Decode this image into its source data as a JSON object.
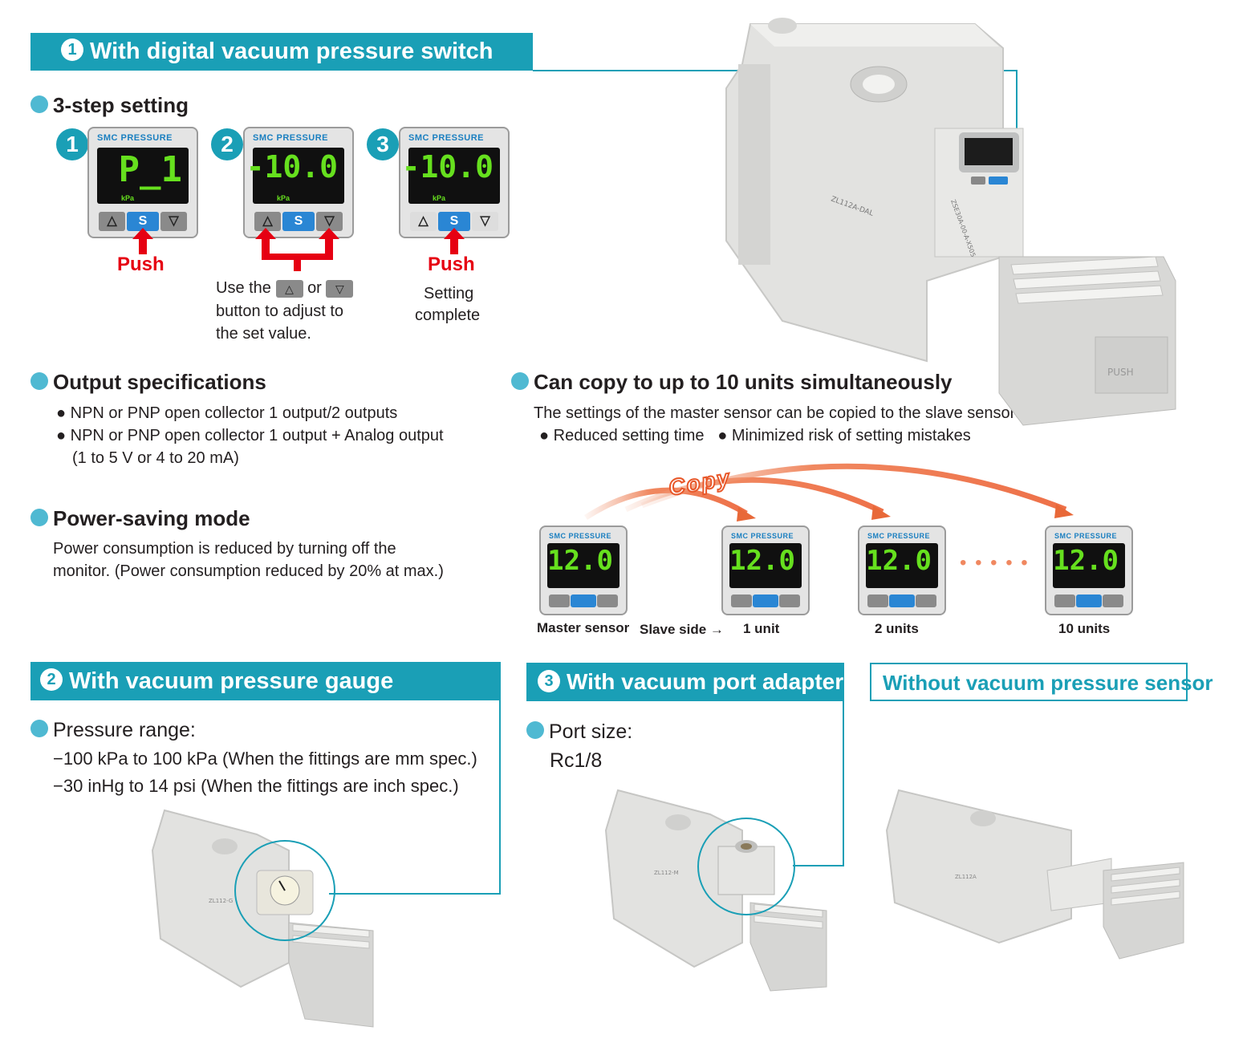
{
  "section1": {
    "num": "1",
    "title": "With digital vacuum pressure switch"
  },
  "three_step": {
    "heading": "3-step setting",
    "steps": [
      {
        "num": "1",
        "brand": "SMC PRESSURE",
        "display": "P_1",
        "unit": "kPa"
      },
      {
        "num": "2",
        "brand": "SMC PRESSURE",
        "display": "-10.0",
        "unit": "kPa"
      },
      {
        "num": "3",
        "brand": "SMC PRESSURE",
        "display": "-10.0",
        "unit": "kPa"
      }
    ],
    "button_up": "△",
    "button_s": "S",
    "button_down": "▽",
    "push_label": "Push",
    "step2_caption": {
      "pre": "Use the",
      "mid": "or",
      "line2": "button to adjust to",
      "line3": "the set value."
    },
    "step3_caption": {
      "line1": "Setting",
      "line2": "complete"
    }
  },
  "output_specs": {
    "heading": "Output specifications",
    "items": [
      "NPN or PNP open collector 1 output/2 outputs",
      "NPN or PNP open collector 1 output + Analog output"
    ],
    "note": "(1 to 5 V or 4 to 20 mA)"
  },
  "power_saving": {
    "heading": "Power-saving mode",
    "line1": "Power consumption is reduced by turning off the",
    "line2": "monitor. (Power consumption reduced by 20% at max.)"
  },
  "copy": {
    "heading": "Can copy to up to 10 units simultaneously",
    "desc": "The settings of the master sensor can be copied to the slave sensors.",
    "bullet1": "Reduced setting time",
    "bullet2": "Minimized risk of setting mistakes",
    "copy_word": "Copy",
    "sensor_display": "12.0",
    "labels": {
      "master": "Master sensor",
      "slave": "Slave side →",
      "u1": "1 unit",
      "u2": "2 units",
      "u10": "10 units"
    },
    "dots": "• • • • •"
  },
  "device_labels": {
    "model1": "ZL112A-DAL",
    "model2": "ZSE30A-00-A-X505",
    "push_cover": "PUSH",
    "model3": "ZL112-G",
    "model4": "ZL112-M",
    "model5": "ZL112A"
  },
  "section2": {
    "num": "2",
    "title": "With vacuum pressure gauge",
    "range_label": "Pressure range:",
    "range1": "−100 kPa to 100 kPa (When the fittings are mm spec.)",
    "range2": "−30 inHg to 14 psi  (When the fittings are inch spec.)"
  },
  "section3": {
    "num": "3",
    "title": "With vacuum port adapter",
    "port_label": "Port size:",
    "port_value": "Rc1/8"
  },
  "without_sensor": {
    "title": "Without vacuum pressure sensor"
  },
  "colors": {
    "accent": "#1a9fb6",
    "red": "#e60012",
    "lcd_green": "#66e01e",
    "dot_blue": "#4fb9d2"
  }
}
